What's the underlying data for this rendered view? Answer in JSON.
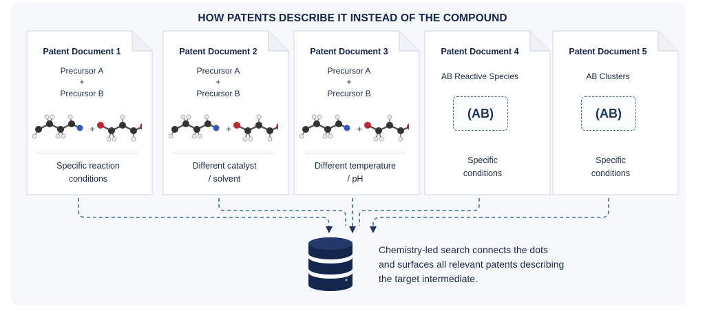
{
  "title": "HOW PATENTS DESCRIBE IT INSTEAD OF THE COMPOUND",
  "colors": {
    "accent": "#1d3460",
    "dashed": "#3c6fa8",
    "panel": "#f6f8fb"
  },
  "documents": [
    {
      "title": "Patent Document 1",
      "precursor_a": "Precursor A",
      "plus": "+",
      "precursor_b": "Precursor B",
      "condition_1": "Specific reaction",
      "condition_2": "conditions"
    },
    {
      "title": "Patent Document 2",
      "precursor_a": "Precursor A",
      "plus": "+",
      "precursor_b": "Precursor B",
      "condition_1": "Different catalyst",
      "condition_2": "/ solvent"
    },
    {
      "title": "Patent Document 3",
      "precursor_a": "Precursor A",
      "plus": "+",
      "precursor_b": "Precursor B",
      "condition_1": "Different temperature",
      "condition_2": "/ pH"
    },
    {
      "title": "Patent Document 4",
      "label": "AB Reactive Species",
      "box": "(AB)",
      "condition_1": "Specific",
      "condition_2": "conditions"
    },
    {
      "title": "Patent Document 5",
      "label": "AB Clusters",
      "box": "(AB)",
      "condition_1": "Specific",
      "condition_2": "conditions"
    }
  ],
  "molecule_plus": "+",
  "summary": {
    "line1": "Chemistry-led search connects the dots",
    "line2": "and surfaces all relevant patents describing",
    "line3": "the target intermediate."
  }
}
